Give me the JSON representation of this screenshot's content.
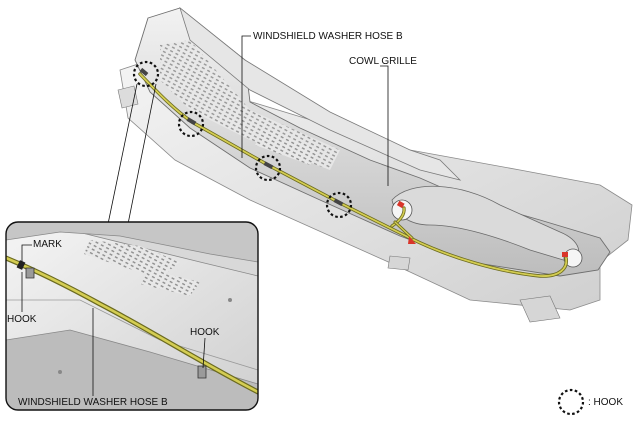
{
  "labels": {
    "washer_hose_top": "WINDSHIELD WASHER HOSE B",
    "cowl_grille": "COWL GRILLE",
    "mark": "MARK",
    "hook_left": "HOOK",
    "hook_right": "HOOK",
    "washer_hose_bottom": "WINDSHIELD WASHER HOSE B"
  },
  "legend": {
    "text": ": HOOK"
  },
  "colors": {
    "hose": "#c9c24a",
    "hose_dark": "#7d7a22",
    "nozzle_red": "#d9352a",
    "part_light": "#efefef",
    "part_mid": "#d4d4d4",
    "part_dark": "#9a9a9a",
    "line": "#222222"
  }
}
